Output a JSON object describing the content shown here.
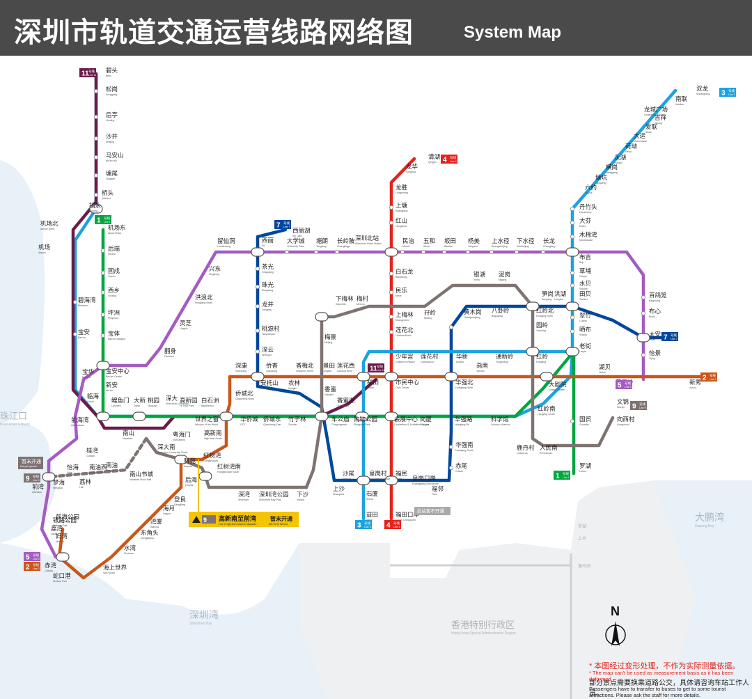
{
  "header": {
    "title_cn": "深圳市轨道交通运营线路网络图",
    "title_en": "System Map"
  },
  "lines": [
    {
      "id": "1",
      "color": "#00a63e",
      "label_line": "1",
      "label_cn": "号线",
      "label_en": "Line 1"
    },
    {
      "id": "2",
      "color": "#c9571a",
      "label_line": "2",
      "label_cn": "号线",
      "label_en": "Line 2"
    },
    {
      "id": "3",
      "color": "#1ca2dd",
      "label_line": "3",
      "label_cn": "号线",
      "label_en": "Line 3"
    },
    {
      "id": "4",
      "color": "#e3241b",
      "label_line": "4",
      "label_cn": "号线",
      "label_en": "Line 4"
    },
    {
      "id": "5",
      "color": "#a45bc2",
      "label_line": "5",
      "label_cn": "号线",
      "label_en": "Line 5"
    },
    {
      "id": "7",
      "color": "#00479d",
      "label_line": "7",
      "label_cn": "号线",
      "label_en": "Line 7"
    },
    {
      "id": "9",
      "color": "#7f7371",
      "label_line": "9",
      "label_cn": "号线",
      "label_en": "Line 9"
    },
    {
      "id": "11",
      "color": "#6b1b4b",
      "label_line": "11",
      "label_cn": "号线",
      "label_en": "Line 11"
    }
  ],
  "stations": [
    {
      "cn": "碧头",
      "en": "Bitou"
    },
    {
      "cn": "松岗",
      "en": "Songgang"
    },
    {
      "cn": "后亭",
      "en": "Houting"
    },
    {
      "cn": "沙井",
      "en": "Shajing"
    },
    {
      "cn": "马安山",
      "en": "Ma'an Hill"
    },
    {
      "cn": "塘尾",
      "en": "Tangwei"
    },
    {
      "cn": "桥头",
      "en": "Qiaotou"
    },
    {
      "cn": "福永",
      "en": "Fuyong"
    },
    {
      "cn": "机场北",
      "en": "Airport North"
    },
    {
      "cn": "机场",
      "en": "Airport"
    },
    {
      "cn": "碧海湾",
      "en": "Bihaiwan"
    },
    {
      "cn": "宝安",
      "en": "Bao'an"
    },
    {
      "cn": "机场东",
      "en": "Airport East"
    },
    {
      "cn": "后瑞",
      "en": "Hourui"
    },
    {
      "cn": "固戍",
      "en": "Gushu"
    },
    {
      "cn": "西乡",
      "en": "Xixiang"
    },
    {
      "cn": "坪洲",
      "en": "Pingzhou"
    },
    {
      "cn": "宝体",
      "en": "Bao'an Stadium"
    },
    {
      "cn": "宝安中心",
      "en": "Bao'an Center"
    },
    {
      "cn": "新安",
      "en": "Xin'an"
    },
    {
      "cn": "宝华",
      "en": "Baohua"
    },
    {
      "cn": "临海",
      "en": "Linhai"
    },
    {
      "cn": "前海湾",
      "en": "Qianhaiwan"
    },
    {
      "cn": "鲤鱼门",
      "en": "Liyumen"
    },
    {
      "cn": "大新",
      "en": "Daxin"
    },
    {
      "cn": "桃园",
      "en": "Taoyuan"
    },
    {
      "cn": "深大",
      "en": "Shenzhen University"
    },
    {
      "cn": "高新园",
      "en": "Hi-Tech Park"
    },
    {
      "cn": "白石洲",
      "en": "Baishizhou"
    },
    {
      "cn": "世界之窗",
      "en": "Window of the World"
    },
    {
      "cn": "华侨城",
      "en": "OCT"
    },
    {
      "cn": "侨城东",
      "en": "Qiaocheng East"
    },
    {
      "cn": "竹子林",
      "en": "Zhuzilin"
    },
    {
      "cn": "车公庙",
      "en": "Chegongmiao"
    },
    {
      "cn": "香蜜湖",
      "en": "Xiangmihu"
    },
    {
      "cn": "购物公园",
      "en": "Shopping Park"
    },
    {
      "cn": "会展中心",
      "en": "Convention & Exhibition Center"
    },
    {
      "cn": "岗厦",
      "en": "Gangxia"
    },
    {
      "cn": "华强路",
      "en": "Huaqiang Rd"
    },
    {
      "cn": "科学馆",
      "en": "Science Museum"
    },
    {
      "cn": "大剧院",
      "en": "Grand Theater"
    },
    {
      "cn": "老街",
      "en": "Laojie"
    },
    {
      "cn": "国贸",
      "en": "Guomao"
    },
    {
      "cn": "罗湖",
      "en": "Luohu"
    },
    {
      "cn": "双龙",
      "en": "Shuanglong"
    },
    {
      "cn": "南联",
      "en": "Nanlian"
    },
    {
      "cn": "龙城广场",
      "en": "Longcheng Square"
    },
    {
      "cn": "吉祥",
      "en": "Jixiang"
    },
    {
      "cn": "爱联",
      "en": "Ailian"
    },
    {
      "cn": "大运",
      "en": "Universiade"
    },
    {
      "cn": "荷坳",
      "en": "He'ao"
    },
    {
      "cn": "永湖",
      "en": "Yonghu"
    },
    {
      "cn": "横岗",
      "en": "Henggang"
    },
    {
      "cn": "塘坑",
      "en": "Tangkeng"
    },
    {
      "cn": "六约",
      "en": "Liuyue"
    },
    {
      "cn": "丹竹头",
      "en": "Danzhutou"
    },
    {
      "cn": "大芬",
      "en": "Dafen"
    },
    {
      "cn": "木棉湾",
      "en": "Mumianwan"
    },
    {
      "cn": "布吉",
      "en": "Buji"
    },
    {
      "cn": "草埔",
      "en": "Caopu"
    },
    {
      "cn": "水贝",
      "en": "Shuibei"
    },
    {
      "cn": "田贝",
      "en": "Tianbei"
    },
    {
      "cn": "翠竹",
      "en": "Cuizhu"
    },
    {
      "cn": "晒布",
      "en": "Shaibu"
    },
    {
      "cn": "红岭",
      "en": "Hongling"
    },
    {
      "cn": "通新岭",
      "en": "Tongxinling"
    },
    {
      "cn": "华新",
      "en": "Huaxin"
    },
    {
      "cn": "莲花村",
      "en": "Lianhuacun"
    },
    {
      "cn": "少年宫",
      "en": "Children's Palace"
    },
    {
      "cn": "莲花西",
      "en": "Lianhua West"
    },
    {
      "cn": "景田",
      "en": "Jingtian"
    },
    {
      "cn": "香梅北",
      "en": "Xiangmei North"
    },
    {
      "cn": "香蜜",
      "en": "Xiangmi"
    },
    {
      "cn": "侨香",
      "en": "Qiaoxiang"
    },
    {
      "cn": "深康",
      "en": "Shenkang"
    },
    {
      "cn": "侨城北",
      "en": "Qiaocheng North"
    },
    {
      "cn": "益田",
      "en": "Yitian"
    },
    {
      "cn": "石厦",
      "en": "Shixia"
    },
    {
      "cn": "皇岗村",
      "en": "Huanggang Village"
    },
    {
      "cn": "福民",
      "en": "Fumin"
    },
    {
      "cn": "福田",
      "en": "Futian"
    },
    {
      "cn": "清湖",
      "en": "Qinghu"
    },
    {
      "cn": "龙华",
      "en": "Longhua"
    },
    {
      "cn": "龙胜",
      "en": "Longsheng"
    },
    {
      "cn": "上塘",
      "en": "Shangtang"
    },
    {
      "cn": "红山",
      "en": "Hongshan"
    },
    {
      "cn": "深圳北站",
      "en": "Shenzhen North Station"
    },
    {
      "cn": "白石龙",
      "en": "Baishilong"
    },
    {
      "cn": "民乐",
      "en": "Minle"
    },
    {
      "cn": "上梅林",
      "en": "Shangmeilin"
    },
    {
      "cn": "莲花北",
      "en": "Lianhua North"
    },
    {
      "cn": "市民中心",
      "en": "Civic Center"
    },
    {
      "cn": "福田口岸",
      "en": "Futian Checkpoint"
    },
    {
      "cn": "西丽湖",
      "en": "Xili Lake"
    },
    {
      "cn": "西丽",
      "en": "Xili"
    },
    {
      "cn": "茶光",
      "en": "Chaguang"
    },
    {
      "cn": "珠光",
      "en": "Zhuguang"
    },
    {
      "cn": "龙井",
      "en": "Longjing"
    },
    {
      "cn": "桃源村",
      "en": "Taoyuancun"
    },
    {
      "cn": "深云",
      "en": "Shenyun"
    },
    {
      "cn": "安托山",
      "en": "Antuo Hill"
    },
    {
      "cn": "农林",
      "en": "Nonglin"
    },
    {
      "cn": "上沙",
      "en": "Shangsha"
    },
    {
      "cn": "沙尾",
      "en": "Shawei"
    },
    {
      "cn": "皇岗口岸",
      "en": "Huanggang Checkpoint"
    },
    {
      "cn": "八卦岭",
      "en": "Bagualing"
    },
    {
      "cn": "黄木岗",
      "en": "Huangmugang"
    },
    {
      "cn": "华强北",
      "en": "Huaqiang North"
    },
    {
      "cn": "华强南",
      "en": "Huaqiang South"
    },
    {
      "cn": "赤尾",
      "en": "Chiwei"
    },
    {
      "cn": "笋岗",
      "en": "Sungang"
    },
    {
      "cn": "洪湖",
      "en": "Honghu"
    },
    {
      "cn": "红岭北",
      "en": "Hongling North"
    },
    {
      "cn": "园岭",
      "en": "Yuanling"
    },
    {
      "cn": "红岭南",
      "en": "Hongling South"
    },
    {
      "cn": "人民南",
      "en": "Renminnan"
    },
    {
      "cn": "鹿丹村",
      "en": "Ludancun"
    },
    {
      "cn": "向西村",
      "en": "Xiangxicun"
    },
    {
      "cn": "文锦",
      "en": "Wenjin"
    },
    {
      "cn": "留仙洞",
      "en": "Liuxiandong"
    },
    {
      "cn": "大学城",
      "en": "University Town"
    },
    {
      "cn": "塘朗",
      "en": "Tanglang"
    },
    {
      "cn": "长岭陂",
      "en": "Changlingpi"
    },
    {
      "cn": "民治",
      "en": "Minzhi"
    },
    {
      "cn": "五和",
      "en": "Wuhe"
    },
    {
      "cn": "坂田",
      "en": "Bantian"
    },
    {
      "cn": "杨美",
      "en": "Yangmei"
    },
    {
      "cn": "上水径",
      "en": "Shangshuijing"
    },
    {
      "cn": "下水径",
      "en": "Xiashuijing"
    },
    {
      "cn": "长龙",
      "en": "Changlong"
    },
    {
      "cn": "百鸽笼",
      "en": "Baigelong"
    },
    {
      "cn": "布心",
      "en": "Buxin"
    },
    {
      "cn": "太安",
      "en": "Tai'an"
    },
    {
      "cn": "怡景",
      "en": "Yijing"
    },
    {
      "cn": "黄贝岭",
      "en": "Huangbeiling"
    },
    {
      "cn": "湖贝",
      "en": "Hubei"
    },
    {
      "cn": "新秀",
      "en": "Xinxiu"
    },
    {
      "cn": "兴东",
      "en": "Xingdong"
    },
    {
      "cn": "洪浪北",
      "en": "Honglang North"
    },
    {
      "cn": "灵芝",
      "en": "Lingzhi"
    },
    {
      "cn": "翻身",
      "en": "Fanshen"
    },
    {
      "cn": "下梅林",
      "en": "Xiameilin"
    },
    {
      "cn": "梅村",
      "en": "Meicun"
    },
    {
      "cn": "梅景",
      "en": "Meijing"
    },
    {
      "cn": "银湖",
      "en": "Yinhu"
    },
    {
      "cn": "泥岗",
      "en": "Nigang"
    },
    {
      "cn": "孖岭",
      "en": "Maling"
    },
    {
      "cn": "燕南",
      "en": "Yannan"
    },
    {
      "cn": "南山",
      "en": "Nanshan"
    },
    {
      "cn": "粤海门",
      "en": "Yuehaimen"
    },
    {
      "cn": "深大南",
      "en": "Shenzhen University South"
    },
    {
      "cn": "高新南",
      "en": "High-tech South"
    },
    {
      "cn": "科苑",
      "en": "Keyuan"
    },
    {
      "cn": "红树湾",
      "en": "Hongshuwan"
    },
    {
      "cn": "红树湾南",
      "en": "Hongshuwan South"
    },
    {
      "cn": "后海",
      "en": "Houhai"
    },
    {
      "cn": "南山书城",
      "en": "Nanshan Book Mall"
    },
    {
      "cn": "南油",
      "en": "Nanyou"
    },
    {
      "cn": "南油西",
      "en": "Nanyou West"
    },
    {
      "cn": "怡海",
      "en": "Yihai"
    },
    {
      "cn": "荔林",
      "en": "Lilin"
    },
    {
      "cn": "前湾",
      "en": "Qianwan"
    },
    {
      "cn": "梦海",
      "en": "Menghai"
    },
    {
      "cn": "桂湾",
      "en": "Guiwan"
    },
    {
      "cn": "深湾",
      "en": "Shenwan"
    },
    {
      "cn": "深圳湾公园",
      "en": "Shenzhen Bay Park"
    },
    {
      "cn": "下沙",
      "en": "Xiasha"
    },
    {
      "cn": "登良",
      "en": "Dengliang"
    },
    {
      "cn": "海月",
      "en": "Haiyue"
    },
    {
      "cn": "湾厦",
      "en": "Wanxia"
    },
    {
      "cn": "东角头",
      "en": "Dongjiaotou"
    },
    {
      "cn": "水湾",
      "en": "Shuiwan"
    },
    {
      "cn": "海上世界",
      "en": "Sea World"
    },
    {
      "cn": "蛇口港",
      "en": "Shekou Port"
    },
    {
      "cn": "赤湾",
      "en": "Chiwan"
    },
    {
      "cn": "荔湾",
      "en": "Liwan"
    },
    {
      "cn": "铁路公园",
      "en": "Railway Park"
    },
    {
      "cn": "妈湾",
      "en": "Mawan"
    },
    {
      "cn": "前海公园",
      "en": "Qianhai Park"
    },
    {
      "cn": "福邻",
      "en": "Fulin"
    },
    {
      "cn": "皇岗口岸",
      "en": "Huanggang Checkpoint"
    }
  ],
  "places": [
    {
      "cn": "珠江口",
      "en": "Pearl River Estuary"
    },
    {
      "cn": "深圳湾",
      "en": "Shenzhen Bay"
    },
    {
      "cn": "大鹏湾",
      "en": "Dapeng Bay"
    },
    {
      "cn": "香港特别行政区",
      "en": "Hong Kong Special Administrative Region"
    }
  ],
  "hk_stations": [
    {
      "cn": "罗湖"
    },
    {
      "cn": "上水"
    },
    {
      "cn": "落马洲"
    }
  ],
  "labels": {
    "not_yet": "暂未开通",
    "not_yet_en": "Not yet opened",
    "line9_note_cn": "高新南至前湾",
    "line9_note_en": "Line 9 High-tech South to Qianwan",
    "line9_note_status": "暂未开通",
    "line9_note_status_en": "Not Yet in Service",
    "futian_not_yet": "此站暂不开通",
    "futian_not_yet_en": "Not Yet in Service",
    "compass": "N"
  },
  "notes": {
    "line1": "* 本图经过变形处理，不作为实际测量依据。",
    "line2": "*  The map can't be used as measurement basis as it has been deformed.",
    "line3": "部分景点需要换乘道路公交，具体请咨询车站工作人员。",
    "line4": "Passengers have to transfer to buses to get to some tourist attractions. Please ask the staff for more details."
  }
}
